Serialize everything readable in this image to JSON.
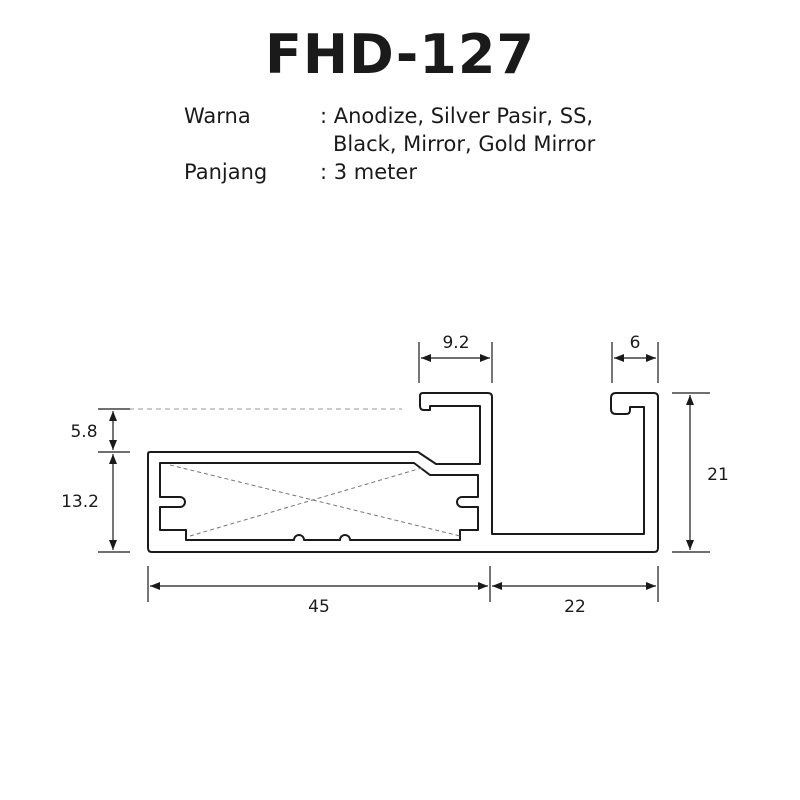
{
  "title": "FHD-127",
  "specs": {
    "color_label": "Warna",
    "color_value_line1": ": Anodize, Silver Pasir, SS,",
    "color_value_line2": "Black, Mirror, Gold Mirror",
    "length_label": "Panjang",
    "length_value": ": 3 meter"
  },
  "dimensions": {
    "top_lip": "9.2",
    "right_lip": "6",
    "step_height": "5.8",
    "body_height": "13.2",
    "overall_height": "21",
    "left_width": "45",
    "right_width": "22"
  }
}
